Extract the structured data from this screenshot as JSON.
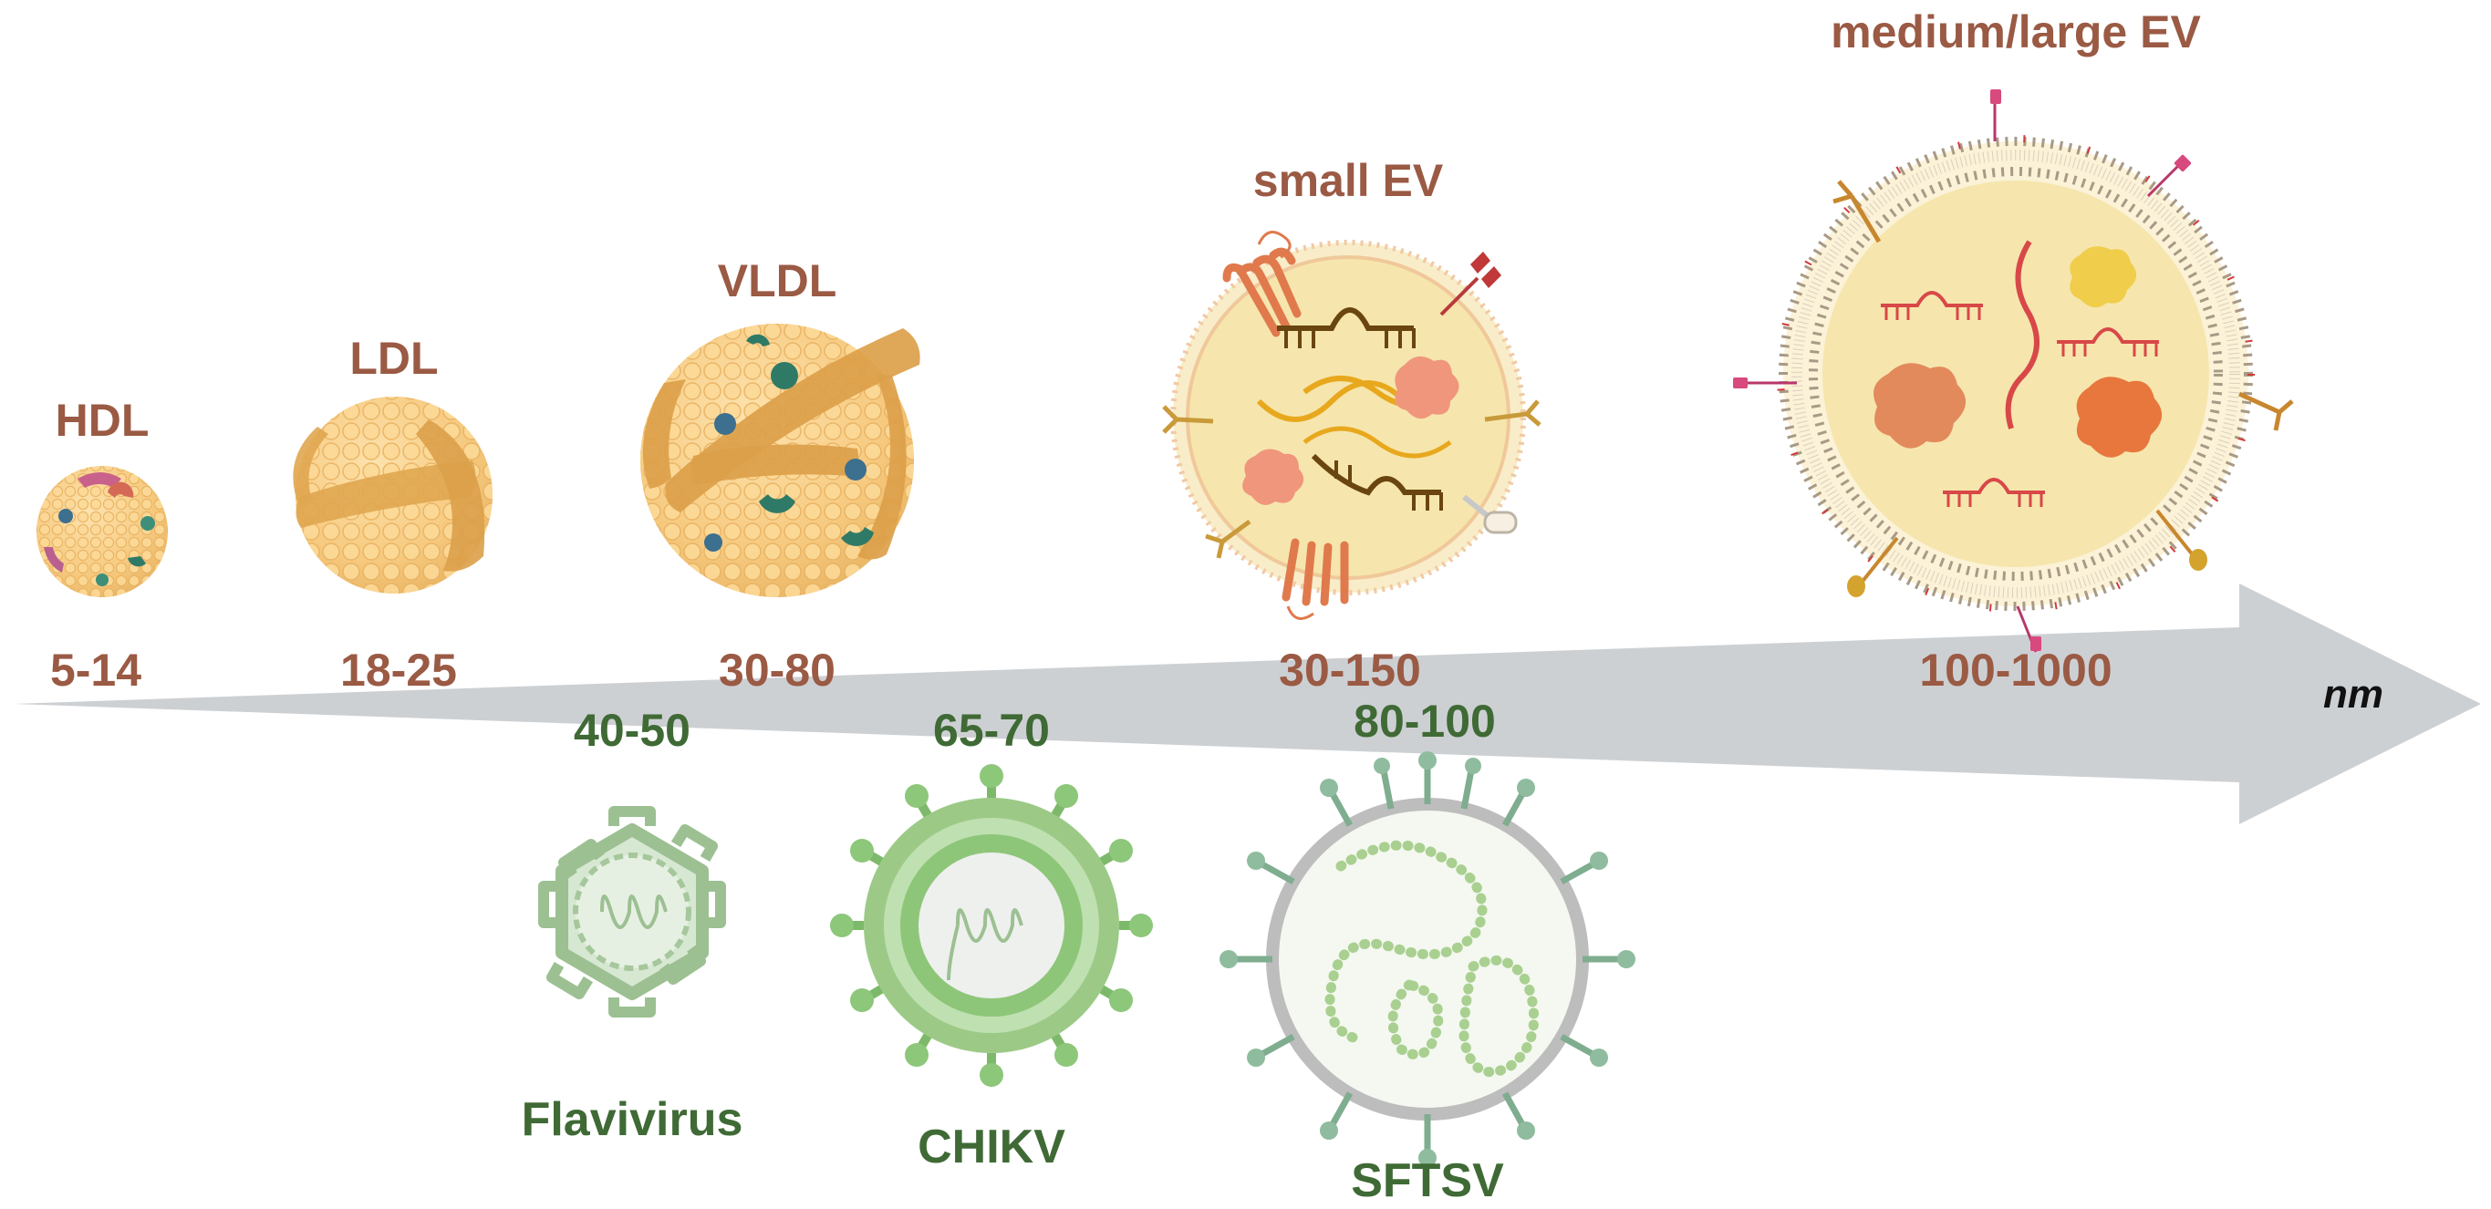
{
  "axis": {
    "unit": "nm"
  },
  "lipoproteins": [
    {
      "name": "HDL",
      "range": "5-14"
    },
    {
      "name": "LDL",
      "range": "18-25"
    },
    {
      "name": "VLDL",
      "range": "30-80"
    }
  ],
  "vesicles": [
    {
      "name": "small EV",
      "range": "30-150"
    },
    {
      "name": "medium/large EV",
      "range": "100-1000"
    }
  ],
  "viruses": [
    {
      "name": "Flavivirus",
      "range": "40-50"
    },
    {
      "name": "CHIKV",
      "range": "65-70"
    },
    {
      "name": "SFTSV",
      "range": "80-100"
    }
  ],
  "colors": {
    "lipoprotein_label": "#9a5a44",
    "virus_label": "#3f6a35",
    "axis_arrow": "#cdd0d3",
    "lipid_core": "#f7cd85",
    "vesicle_lumen": "#f6e6ad"
  }
}
